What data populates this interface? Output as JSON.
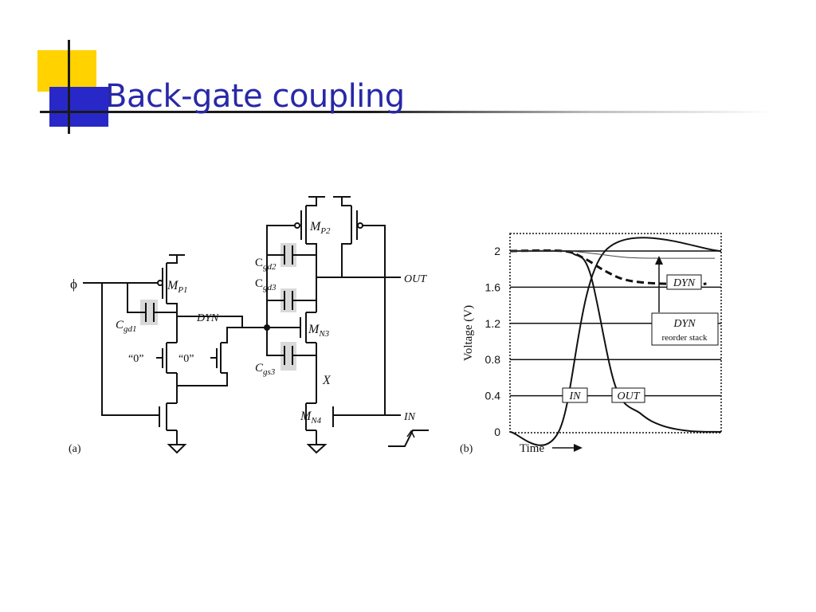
{
  "slide": {
    "title": "Back-gate coupling"
  },
  "schematic": {
    "panel_label": "(a)",
    "phi": "ϕ",
    "mp1": {
      "main": "M",
      "sub": "P1"
    },
    "mp2": {
      "main": "M",
      "sub": "P2"
    },
    "mn3": {
      "main": "M",
      "sub": "N3"
    },
    "mn4": {
      "main": "M",
      "sub": "N4"
    },
    "cgd1": {
      "main": "C",
      "sub": "gd1"
    },
    "cgd2": {
      "main": "C",
      "sub": "gd2"
    },
    "cgd3": {
      "main": "C",
      "sub": "gd3"
    },
    "cgs3": {
      "main": "C",
      "sub": "gs3"
    },
    "dyn": "DYN",
    "out": "OUT",
    "in": "IN",
    "x": "X",
    "zero1": "“0”",
    "zero2": "“0”"
  },
  "chart_data": {
    "type": "line",
    "panel_label": "(b)",
    "ylabel": "Voltage (V)",
    "xlabel": "Time",
    "ylim": [
      0,
      2.1
    ],
    "yticks": [
      0,
      0.4,
      0.8,
      1.2,
      1.6,
      2
    ],
    "ytick_labels": [
      "0",
      "0.4",
      "0.8",
      "1.2",
      "1.6",
      "2"
    ],
    "grid": "horizontal",
    "series": [
      {
        "name": "IN",
        "style": "solid",
        "x": [
          0,
          0.23,
          0.45,
          1
        ],
        "y": [
          0,
          0,
          2,
          2
        ]
      },
      {
        "name": "OUT",
        "style": "solid",
        "x": [
          0,
          0.25,
          0.3,
          0.38,
          0.5,
          0.62,
          0.72,
          0.85,
          1
        ],
        "y": [
          2,
          2,
          1.97,
          1.75,
          0.5,
          0.2,
          0.07,
          0.01,
          0
        ]
      },
      {
        "name": "DYN",
        "style": "dashed",
        "x": [
          0,
          0.25,
          0.35,
          0.45,
          0.55,
          0.7,
          0.87,
          0.9,
          0.93
        ],
        "y": [
          2,
          2,
          1.92,
          1.78,
          1.68,
          1.64,
          1.64,
          1.63,
          1.64
        ]
      },
      {
        "style": "thin",
        "x": [
          0,
          0.27,
          0.4,
          0.55,
          0.7,
          0.97
        ],
        "y": [
          2,
          2,
          1.97,
          1.93,
          1.92,
          1.92
        ]
      }
    ],
    "annotations": {
      "dyn_label": "DYN",
      "reorder_title": "DYN",
      "reorder_sub": "reorder stack",
      "in_label": "IN",
      "out_label": "OUT"
    }
  }
}
